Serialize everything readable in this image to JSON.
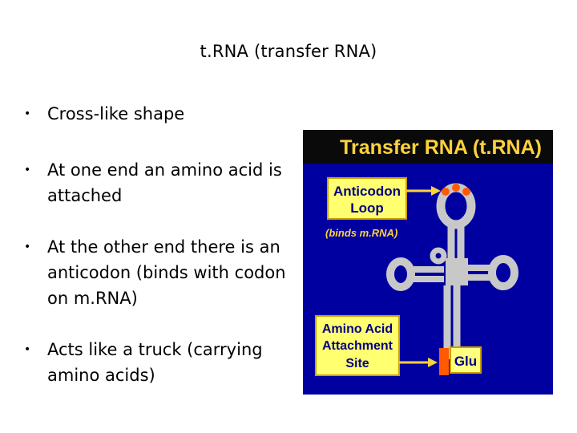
{
  "title": "t.RNA (transfer RNA)",
  "bullets": [
    {
      "text": "Cross-like shape"
    },
    {
      "text": "At one end an amino acid is attached"
    },
    {
      "text": "At the other end there is an anticodon (binds with codon on m.RNA)"
    },
    {
      "text": "Acts like a truck (carrying amino acids)"
    }
  ],
  "bullet_char": "•",
  "figure": {
    "heading": "Transfer RNA (t.RNA)",
    "anticodon_label_line1": "Anticodon",
    "anticodon_label_line2": "Loop",
    "binds_label": "(binds m.RNA)",
    "attach_label_line1": "Amino Acid",
    "attach_label_line2": "Attachment",
    "attach_label_line3": "Site",
    "amino_acid": "Glu",
    "colors": {
      "background": "#0a0a0a",
      "panel": "#0000a0",
      "heading_text": "#ffd23c",
      "label_box": "#ffff70",
      "label_text": "#000080",
      "arrow": "#ffd23c",
      "rna_strand": "#c8c8c8",
      "anticodon_bases": "#ff5a00",
      "glu_box": "#ffff80",
      "binds_text": "#ffd23c"
    }
  }
}
